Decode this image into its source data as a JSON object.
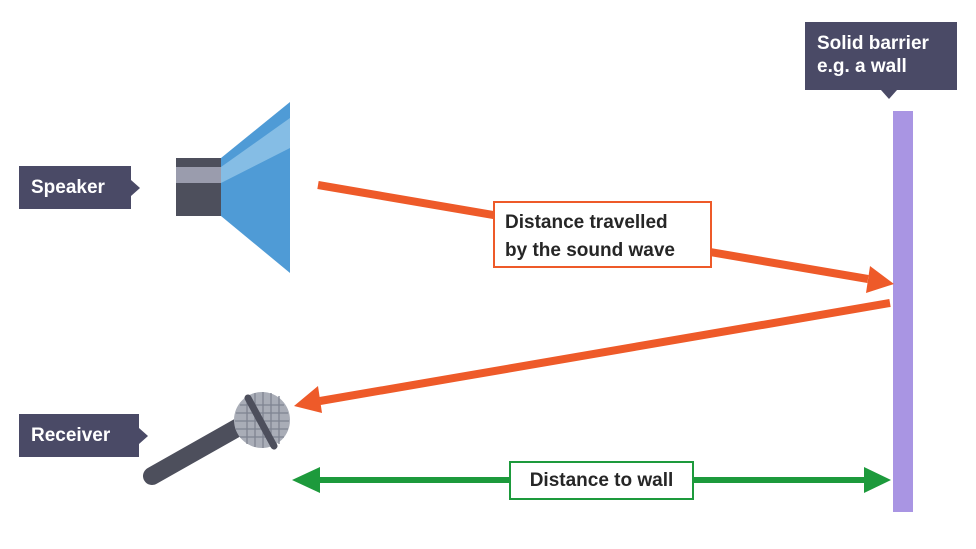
{
  "labels": {
    "speaker": "Speaker",
    "receiver": "Receiver",
    "barrier_line1": "Solid barrier",
    "barrier_line2": "e.g. a wall",
    "sound_line1": "Distance travelled",
    "sound_line2": "by the sound wave",
    "distance_to_wall": "Distance to wall"
  },
  "colors": {
    "callout_bg": "#4a4a66",
    "arrow_sound": "#ee5a29",
    "arrow_distance": "#1d9a3c",
    "wall": "#a995e3",
    "speaker_cone": "#4f9bd6",
    "speaker_body": "#4d4f5c",
    "mic_handle": "#4d4f5c",
    "mic_head": "#a9adb7"
  },
  "icons": {
    "speaker": "speaker-icon",
    "microphone": "microphone-icon"
  }
}
